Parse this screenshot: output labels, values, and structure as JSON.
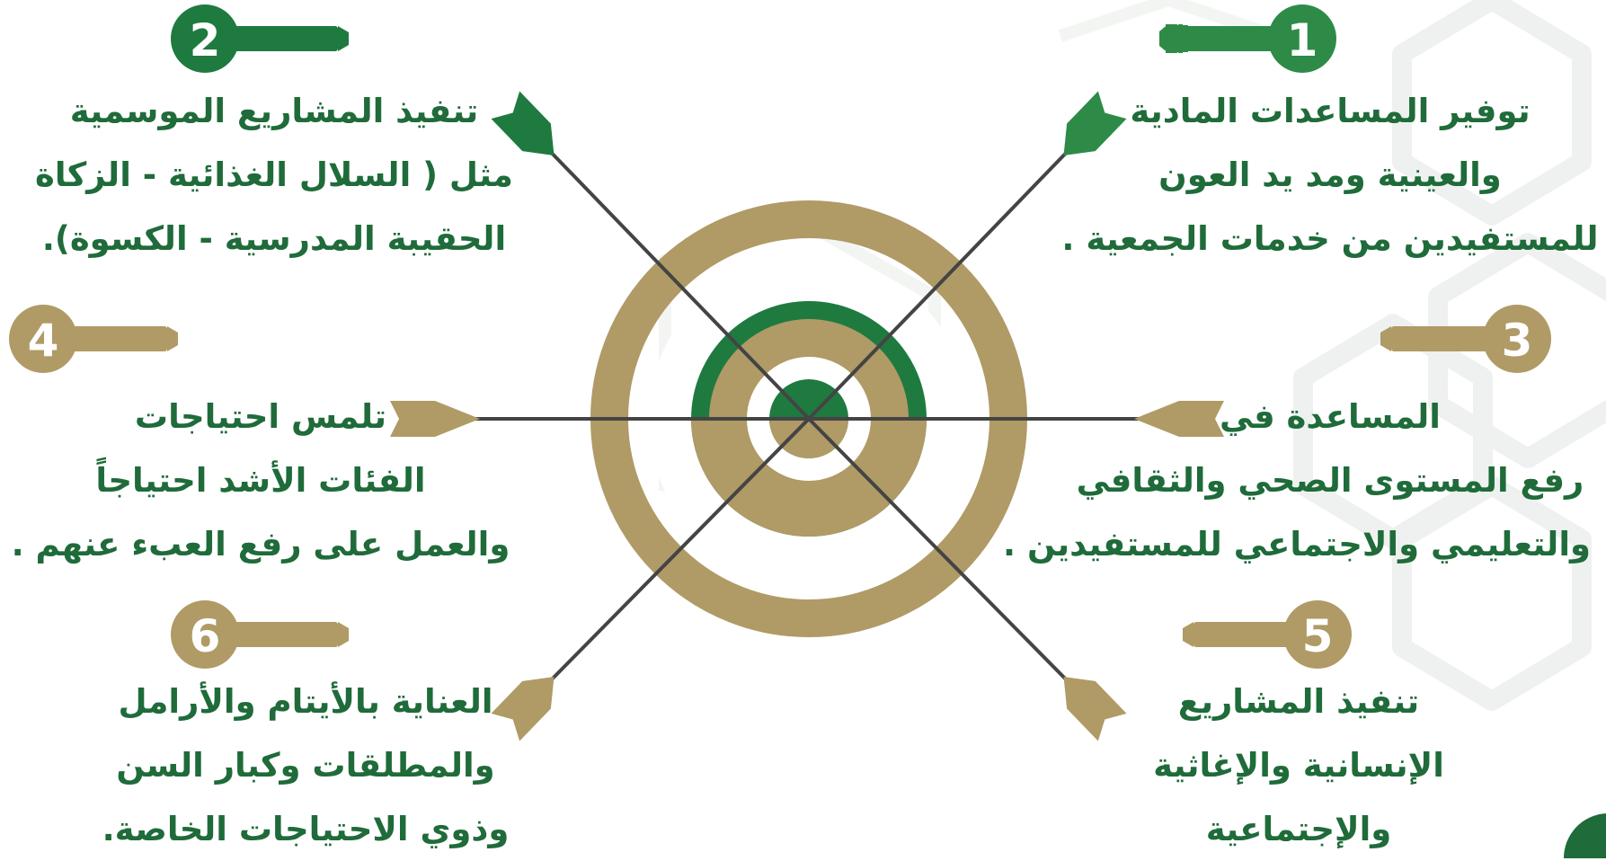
{
  "colors": {
    "green": "#1f7a40",
    "tan": "#b09a66",
    "text_green": "#1f6b3a",
    "arrow_shaft": "#444444"
  },
  "items": [
    {
      "number": "1",
      "color": "green",
      "lines": [
        "توفير المساعدات المادية",
        "والعينية ومد يد العون",
        "للمستفيدين من خدمات الجمعية ."
      ]
    },
    {
      "number": "2",
      "color": "green",
      "lines": [
        "تنفيذ المشاريع الموسمية",
        "مثل ( السلال الغذائية - الزكاة",
        "الحقيبة المدرسية - الكسوة)."
      ]
    },
    {
      "number": "3",
      "color": "tan",
      "lines": [
        "المساعدة في",
        "رفع المستوى الصحي والثقافي",
        "والتعليمي والاجتماعي للمستفيدين ."
      ]
    },
    {
      "number": "4",
      "color": "tan",
      "lines": [
        "تلمس احتياجات",
        "الفئات الأشد احتياجاً",
        "والعمل على رفع العبء عنهم ."
      ]
    },
    {
      "number": "5",
      "color": "tan",
      "lines": [
        "تنفيذ المشاريع",
        "الإنسانية والإغاثية",
        "والإجتماعية"
      ]
    },
    {
      "number": "6",
      "color": "tan",
      "lines": [
        "العناية بالأيتام والأرامل",
        "والمطلقات وكبار السن",
        "وذوي الاحتياجات الخاصة."
      ]
    }
  ]
}
